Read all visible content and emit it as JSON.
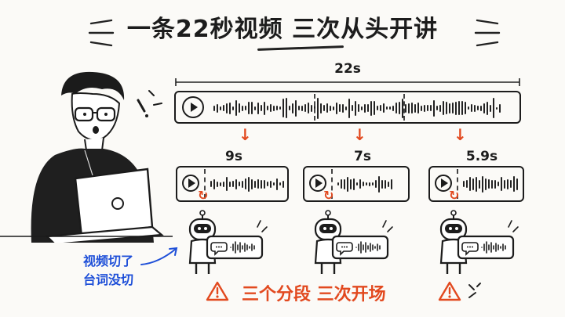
{
  "title": "一条22秒视频 三次从头开讲",
  "total_duration": "22s",
  "segments": [
    {
      "duration": "9s"
    },
    {
      "duration": "7s"
    },
    {
      "duration": "5.9s"
    }
  ],
  "warning_text": "三个分段 三次开场",
  "side_note": [
    "视频切了",
    "台词没切"
  ],
  "colors": {
    "accent_red": "#e2491f",
    "note_blue": "#1e4fd8",
    "ink": "#1c1c1c"
  },
  "icons": [
    "play-icon",
    "restart-icon",
    "warning-icon",
    "robot-icon",
    "speech-bubble-icon",
    "laptop-icon"
  ]
}
